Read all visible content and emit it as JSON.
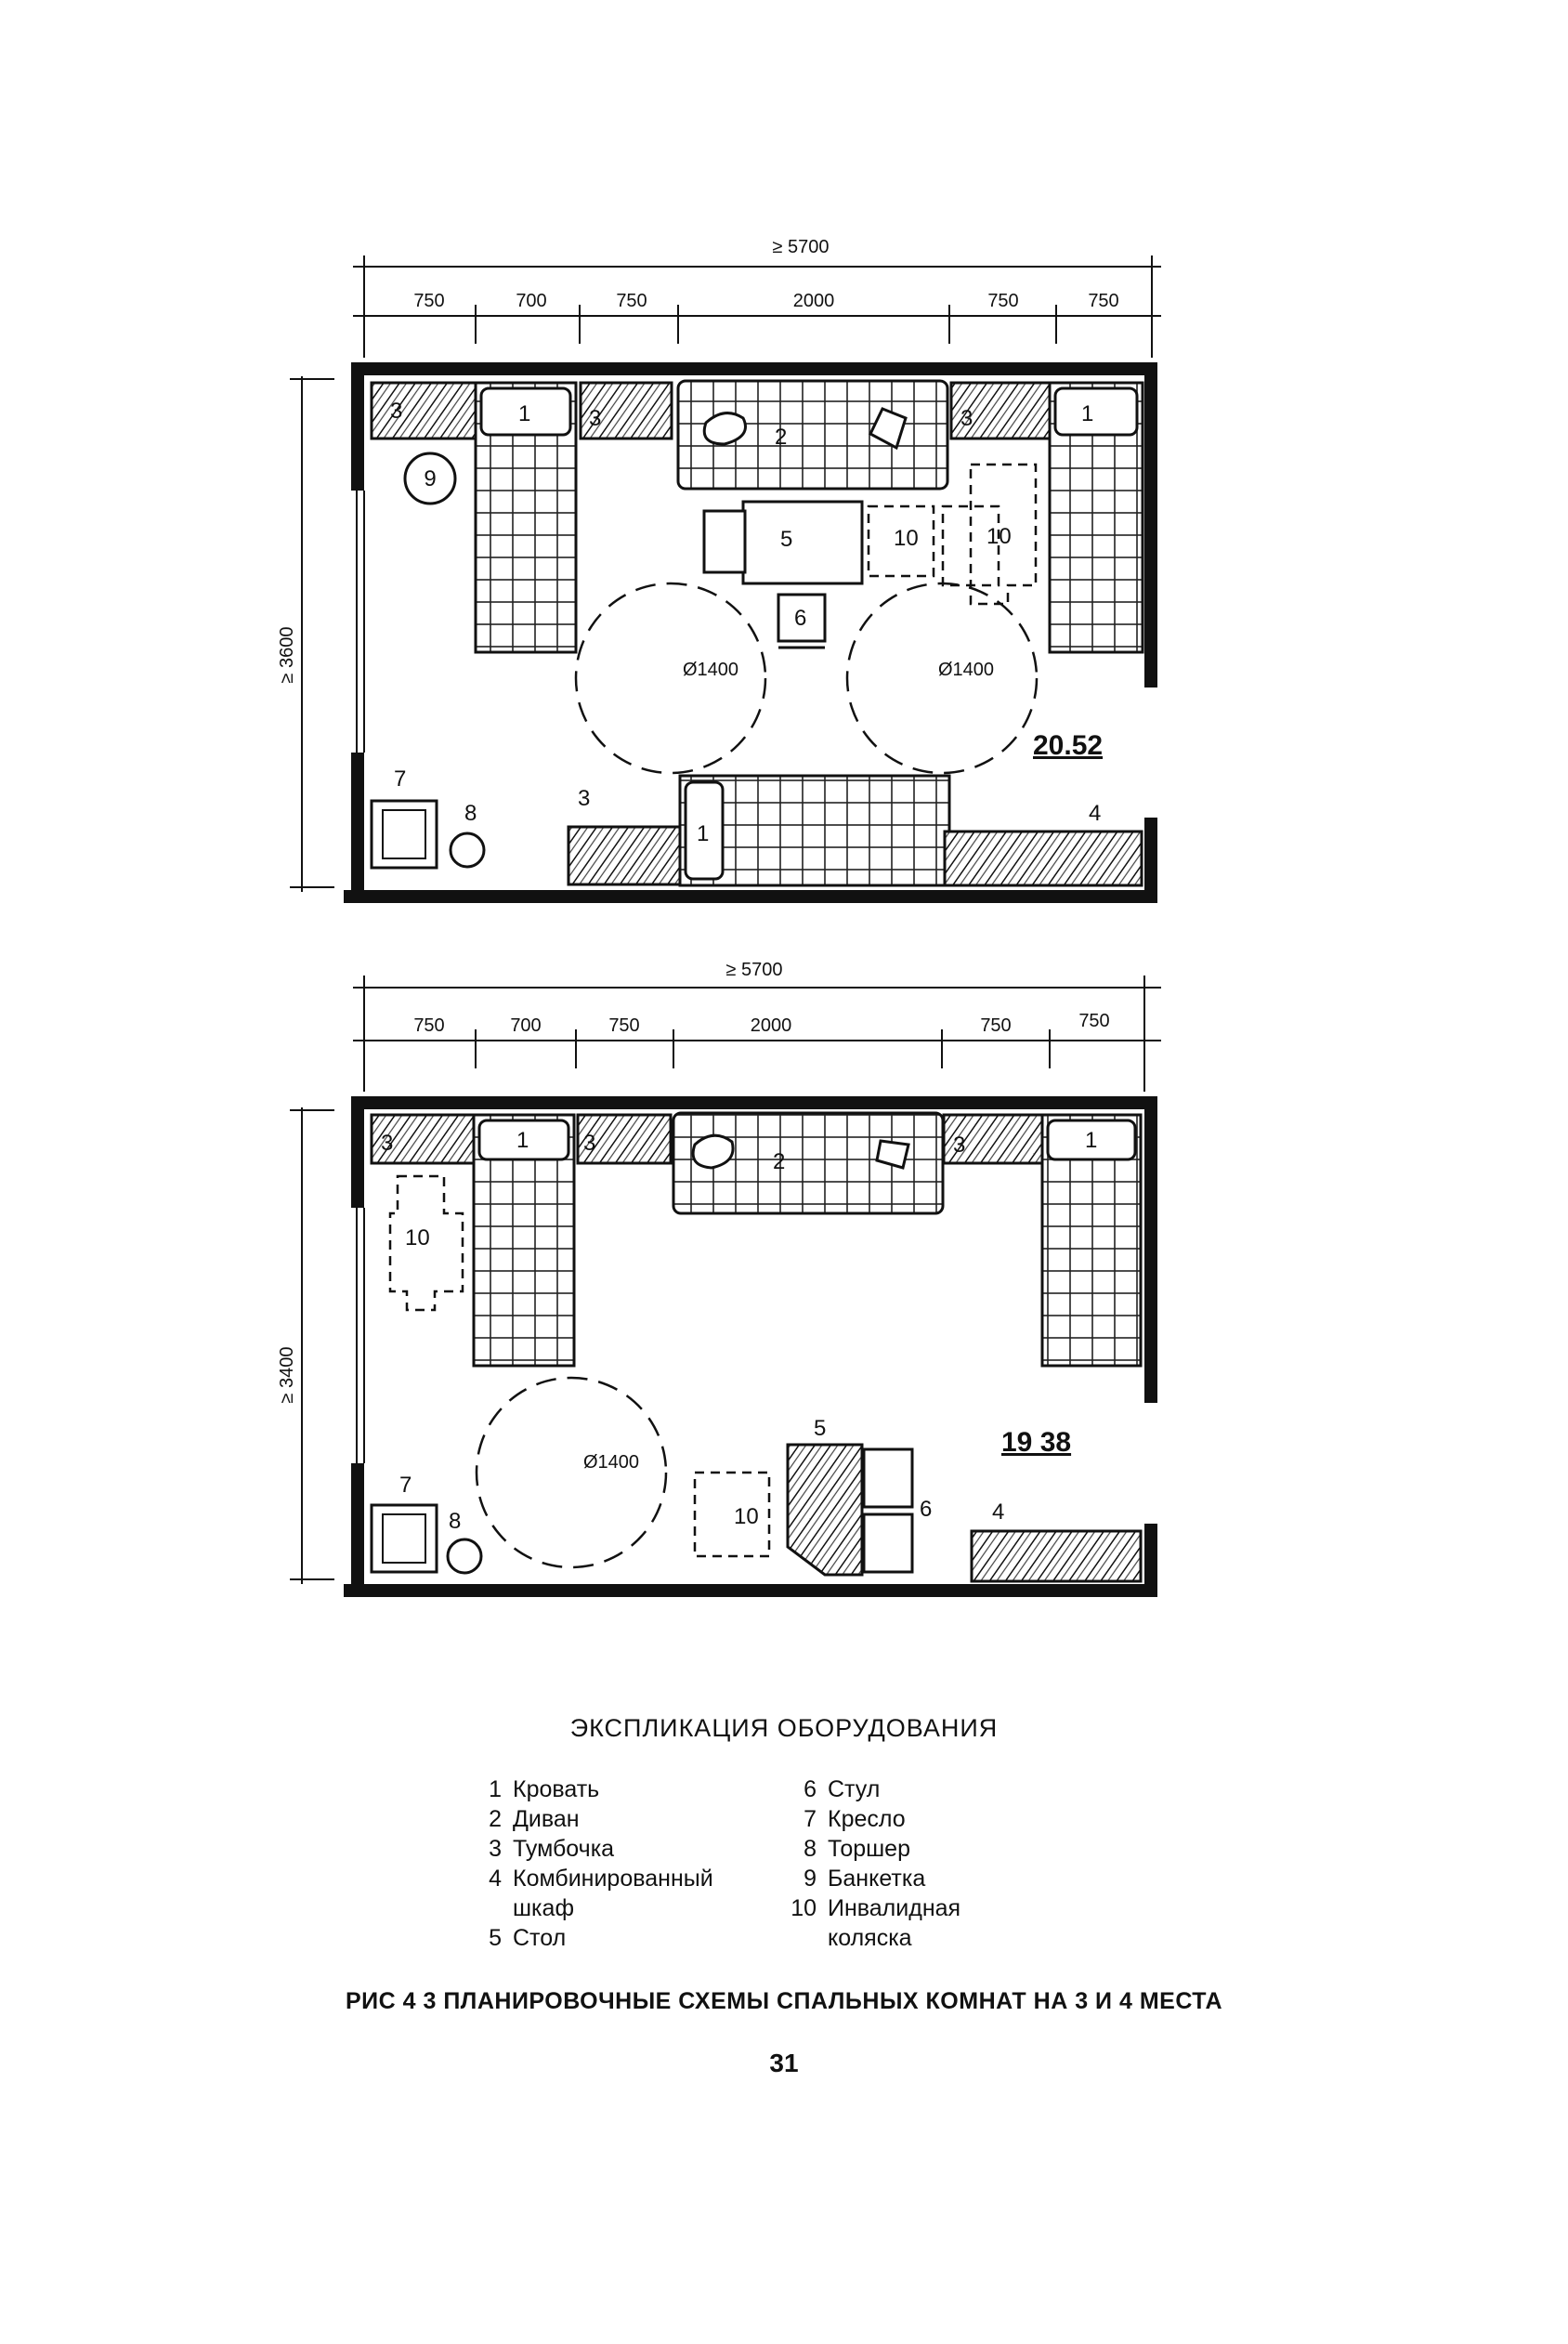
{
  "plan1": {
    "overall": "≥ 5700",
    "dims": [
      "750",
      "700",
      "750",
      "2000",
      "750",
      "750"
    ],
    "height": "≥ 3600",
    "area": "20.52",
    "circle_a": "Ø1400",
    "circle_b": "Ø1400",
    "labels": {
      "n3a": "3",
      "n1a": "1",
      "n3b": "3",
      "n2": "2",
      "n3c": "3",
      "n1b": "1",
      "n9": "9",
      "n5": "5",
      "n10a": "10",
      "n10b": "10",
      "n6": "6",
      "n7": "7",
      "n8": "8",
      "n3d": "3",
      "n1c": "1",
      "n4": "4"
    }
  },
  "plan2": {
    "overall": "≥ 5700",
    "dims": [
      "750",
      "700",
      "750",
      "2000",
      "750",
      "750"
    ],
    "height": "≥ 3400",
    "area": "19 38",
    "circle": "Ø1400",
    "labels": {
      "n3a": "3",
      "n1a": "1",
      "n3b": "3",
      "n2": "2",
      "n3c": "3",
      "n1b": "1",
      "n10a": "10",
      "n7": "7",
      "n8": "8",
      "n5": "5",
      "n6": "6",
      "n10b": "10",
      "n4": "4"
    }
  },
  "legend": {
    "title": "ЭКСПЛИКАЦИЯ ОБОРУДОВАНИЯ",
    "left": [
      {
        "num": "1",
        "text": "Кровать"
      },
      {
        "num": "2",
        "text": "Диван"
      },
      {
        "num": "3",
        "text": "Тумбочка"
      },
      {
        "num": "4",
        "text": "Комбинированный"
      },
      {
        "num": "",
        "text": "шкаф"
      },
      {
        "num": "5",
        "text": "Стол"
      }
    ],
    "right": [
      {
        "num": "6",
        "text": "Стул"
      },
      {
        "num": "7",
        "text": "Кресло"
      },
      {
        "num": "8",
        "text": "Торшер"
      },
      {
        "num": "9",
        "text": "Банкетка"
      },
      {
        "num": "10",
        "text": "Инвалидная"
      },
      {
        "num": "",
        "text": "коляска"
      }
    ]
  },
  "caption": "РИС 4 3 ПЛАНИРОВОЧНЫЕ СХЕМЫ СПАЛЬНЫХ КОМНАТ НА 3 И 4 МЕСТА",
  "page_number": "31"
}
